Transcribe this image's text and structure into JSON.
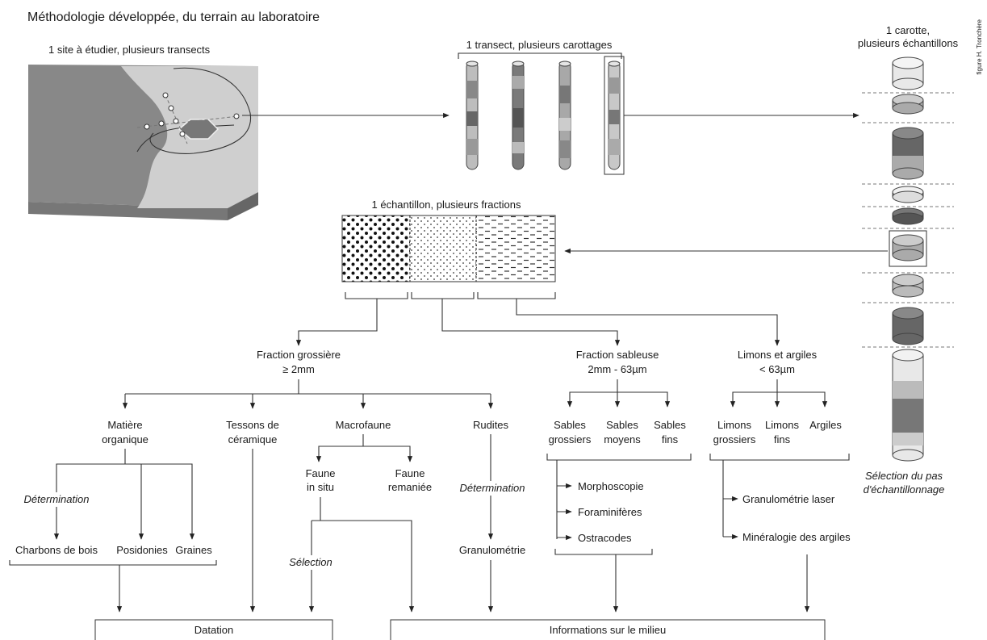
{
  "title": "Méthodologie développée, du terrain au laboratoire",
  "credit": "figure H. Tronchère",
  "site": {
    "label": "1 site à étudier, plusieurs transects"
  },
  "transect": {
    "label": "1 transect, plusieurs carottages"
  },
  "core": {
    "label_1": "1 carotte,",
    "label_2": "plusieurs échantillons",
    "selection_1": "Sélection du pas",
    "selection_2": "d'échantillonnage"
  },
  "sample": {
    "label": "1 échantillon, plusieurs fractions"
  },
  "fractions": {
    "coarse": {
      "line1": "Fraction grossière",
      "line2": "≥ 2mm"
    },
    "sandy": {
      "line1": "Fraction sableuse",
      "line2": "2mm - 63µm"
    },
    "silt": {
      "line1": "Limons et argiles",
      "line2": "< 63µm"
    }
  },
  "coarse_children": {
    "organic": {
      "line1": "Matière",
      "line2": "organique"
    },
    "tessons": {
      "line1": "Tessons de",
      "line2": "céramique"
    },
    "macro": "Macrofaune",
    "rudites": "Rudites",
    "faune_insitu": {
      "line1": "Faune",
      "line2": "in situ"
    },
    "faune_remaniee": {
      "line1": "Faune",
      "line2": "remaniée"
    },
    "determination": "Détermination",
    "charbons": "Charbons de bois",
    "posidonies": "Posidonies",
    "graines": "Graines",
    "selection": "Sélection",
    "determination_rudites": "Détermination",
    "granulometrie": "Granulométrie"
  },
  "sandy_children": {
    "grossiers": {
      "line1": "Sables",
      "line2": "grossiers"
    },
    "moyens": {
      "line1": "Sables",
      "line2": "moyens"
    },
    "fins": {
      "line1": "Sables",
      "line2": "fins"
    },
    "morphoscopie": "Morphoscopie",
    "foraminiferes": "Foraminifères",
    "ostracodes": "Ostracodes"
  },
  "silt_children": {
    "limons_grossiers": {
      "line1": "Limons",
      "line2": "grossiers"
    },
    "limons_fins": {
      "line1": "Limons",
      "line2": "fins"
    },
    "argiles": "Argiles",
    "granulometrie_laser": "Granulométrie laser",
    "mineralogie": "Minéralogie des argiles"
  },
  "outputs": {
    "datation": "Datation",
    "milieu": "Informations sur le milieu"
  }
}
